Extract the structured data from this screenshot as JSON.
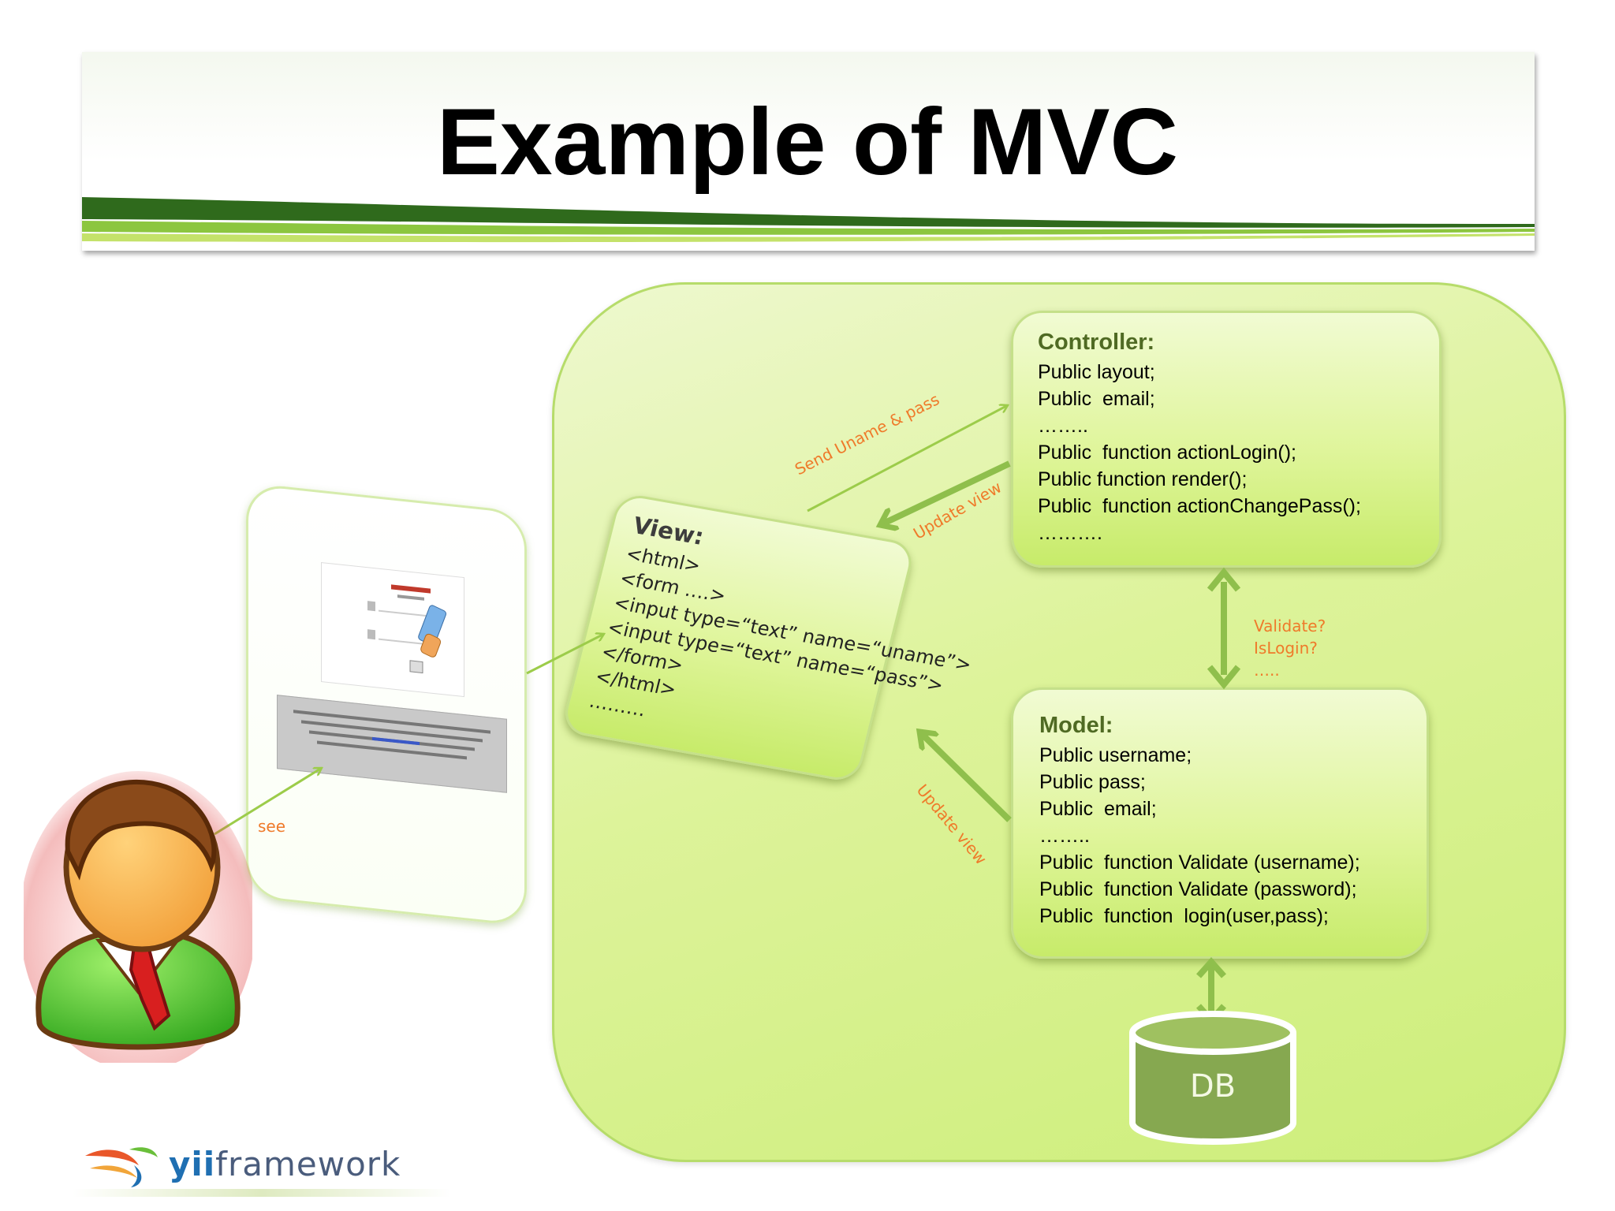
{
  "title": "Example of MVC",
  "colors": {
    "title": "#000000",
    "container": "#ddf39a",
    "box_heading": "#4f6a23",
    "annotation": "#ef7a2a",
    "arrow": "#9ccc4a",
    "db": "#86a850"
  },
  "controller": {
    "heading": "Controller:",
    "lines": [
      "Public layout;",
      "Public  email;",
      "……..",
      "Public  function actionLogin();",
      "Public function render();",
      "Public  function actionChangePass();",
      "………."
    ]
  },
  "view": {
    "heading": "View:",
    "lines": [
      "<html>",
      "<form ….>",
      "<input type=“text” name=“uname”>",
      "<input type=“text” name=“pass”>",
      "</form>",
      "</html>",
      "………"
    ]
  },
  "model": {
    "heading": "Model:",
    "lines": [
      "Public username;",
      "Public pass;",
      "Public  email;",
      "……..",
      "Public  function Validate (username);",
      "Public  function Validate (password);",
      "Public  function  login(user,pass);"
    ]
  },
  "db": {
    "label": "DB"
  },
  "annotations": {
    "send": "Send Uname & pass",
    "update_view_top": "Update view",
    "update_view_bottom": "Update view",
    "validate": [
      "Validate?",
      "IsLogin?",
      "….."
    ],
    "see": "see"
  },
  "logo": {
    "prefix": "yii",
    "suffix": "framework"
  },
  "icons": [
    "user-avatar-icon",
    "yii-logo-icon",
    "database-icon",
    "login-screenshot-icon"
  ]
}
